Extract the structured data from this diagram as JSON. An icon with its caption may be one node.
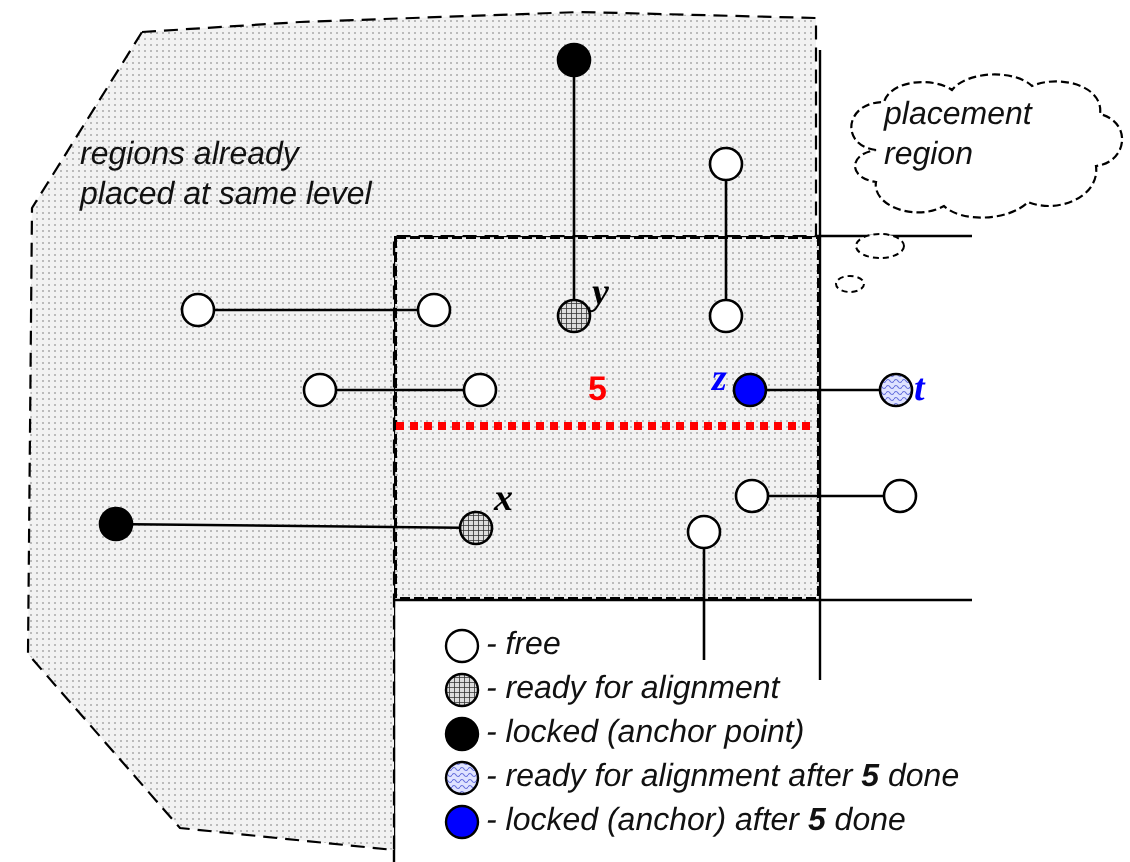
{
  "diagram": {
    "nodes": [
      {
        "text": [
          "regions already placed at same level"
        ]
      },
      {
        "text": [
          "placement region"
        ]
      },
      {
        "text": [],
        "shape": "circle",
        "in": 0
      },
      {
        "text": [],
        "shape": "circle",
        "in": 0
      },
      {
        "text": [],
        "shape": "circle",
        "in": 0
      },
      {
        "text": [],
        "shape": "circle"
      },
      {
        "text": [],
        "shape": "circle",
        "beside": [
          "y"
        ]
      },
      {
        "text": [],
        "shape": "circle"
      },
      {
        "text": [],
        "shape": "circle",
        "in": 0
      },
      {
        "text": [],
        "shape": "circle"
      },
      {
        "text": [],
        "shape": "circle",
        "beside": [
          "z"
        ]
      },
      {
        "text": [],
        "shape": "circle",
        "beside": [
          "t"
        ]
      },
      {
        "text": [],
        "shape": "circle"
      },
      {
        "text": [],
        "shape": "circle"
      },
      {
        "text": [],
        "shape": "circle",
        "beside": [
          "x"
        ]
      },
      {
        "text": [],
        "shape": "circle",
        "in": 0
      },
      {
        "text": [],
        "shape": "circle"
      }
    ],
    "edges": [
      {
        "from": 2,
        "to": 6,
        "arrow": "none"
      },
      {
        "from": 3,
        "to": 7,
        "arrow": "none"
      },
      {
        "from": 4,
        "to": 5,
        "arrow": "none"
      },
      {
        "from": 8,
        "to": 9,
        "arrow": "none"
      },
      {
        "from": 10,
        "to": 11,
        "arrow": "none"
      },
      {
        "from": 12,
        "to": 13,
        "arrow": "none"
      },
      {
        "from": 15,
        "to": 14,
        "arrow": "none"
      },
      {
        "from": 16,
        "to": null,
        "arrow": "none"
      }
    ],
    "labels": [
      "5"
    ],
    "legend": [
      {
        "text": "- free"
      },
      {
        "text": "- ready for alignment"
      },
      {
        "text": "- locked (anchor point)"
      },
      {
        "text": "- ready for alignment after **5** done"
      },
      {
        "text": "- locked (anchor) after **5** done"
      }
    ]
  }
}
